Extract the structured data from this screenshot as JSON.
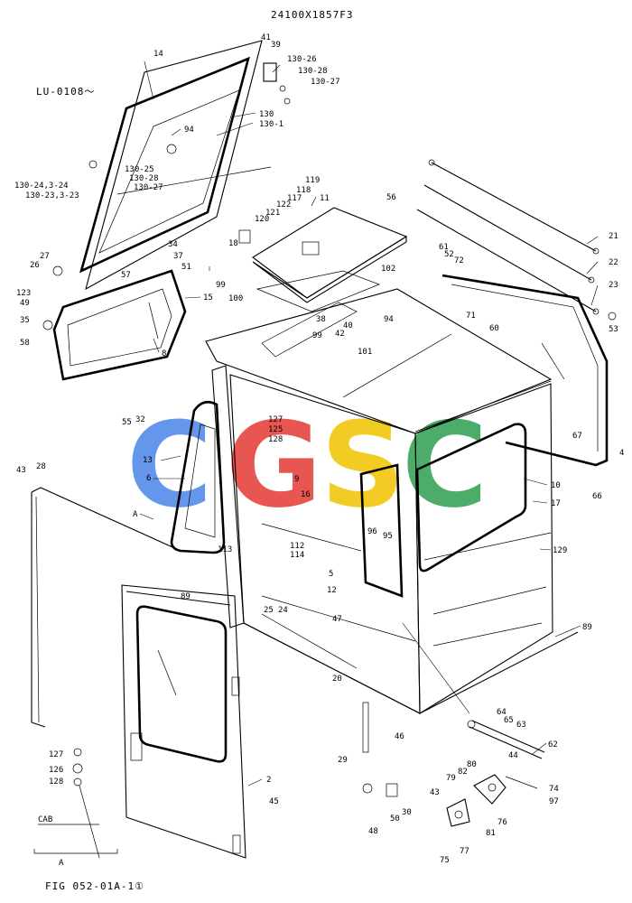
{
  "drawing_number": "24100X1857F3",
  "serial_note": "LU-0108～",
  "figure_caption": "FIG 052-01A-1①",
  "view_label": "A",
  "cab_label": "CAB",
  "watermark": {
    "text": "CGSC",
    "colors": [
      "#4a86e8",
      "#e53935",
      "#f2c200",
      "#2e9e4f"
    ]
  },
  "labels": {
    "p14": "14",
    "p41": "41",
    "p39": "39",
    "p130_26a": "130-26",
    "p130_28a": "130-28",
    "p130_27a": "130-27",
    "p94a": "94",
    "p130": "130",
    "p130_1": "130-1",
    "p130_25": "130-25",
    "p130_28b": "130-28",
    "p130_27b": "130-27",
    "p130_24": "130-24,3-24",
    "p130_23": "130-23,3-23",
    "p119": "119",
    "p118": "118",
    "p117": "117",
    "p122": "122",
    "p121": "121",
    "p120": "120",
    "p11": "11",
    "p56": "56",
    "p21": "21",
    "p22": "22",
    "p23": "23",
    "p53": "53",
    "p34": "34",
    "p37": "37",
    "p51": "51",
    "p57": "57",
    "p15": "15",
    "p27": "27",
    "p26": "26",
    "p123": "123",
    "p49": "49",
    "p35": "35",
    "p58": "58",
    "p8": "8",
    "p18": "18",
    "p99a": "99",
    "p100": "100",
    "p61": "61",
    "p52": "52",
    "p72": "72",
    "p102": "102",
    "p38": "38",
    "p40": "40",
    "p42": "42",
    "p94b": "94",
    "p99b": "99",
    "p101": "101",
    "p71": "71",
    "p60": "60",
    "p67": "67",
    "p4": "4",
    "p55": "55",
    "p32": "32",
    "p127a": "127",
    "p125": "125",
    "p128a": "128",
    "p9": "9",
    "p16": "16",
    "p13": "13",
    "p6": "6",
    "p10": "10",
    "p17": "17",
    "p66": "66",
    "p43a": "43",
    "p28": "28",
    "pA": "A",
    "p96": "96",
    "p95": "95",
    "p113": "113",
    "p112": "112",
    "p114": "114",
    "p5": "5",
    "p12": "12",
    "p129": "129",
    "p89a": "89",
    "p24": "24",
    "p25": "25",
    "p47": "47",
    "p89b": "89",
    "p20": "20",
    "p46": "46",
    "p29": "29",
    "p64": "64",
    "p65": "65",
    "p63": "63",
    "p62": "62",
    "p44": "44",
    "p80": "80",
    "p82": "82",
    "p79": "79",
    "p74": "74",
    "p97": "97",
    "p2": "2",
    "p45": "45",
    "p127b": "127",
    "p126": "126",
    "p128b": "128",
    "p48": "48",
    "p50": "50",
    "p30": "30",
    "p43b": "43",
    "p76": "76",
    "p81": "81",
    "p75": "75",
    "p77": "77"
  }
}
